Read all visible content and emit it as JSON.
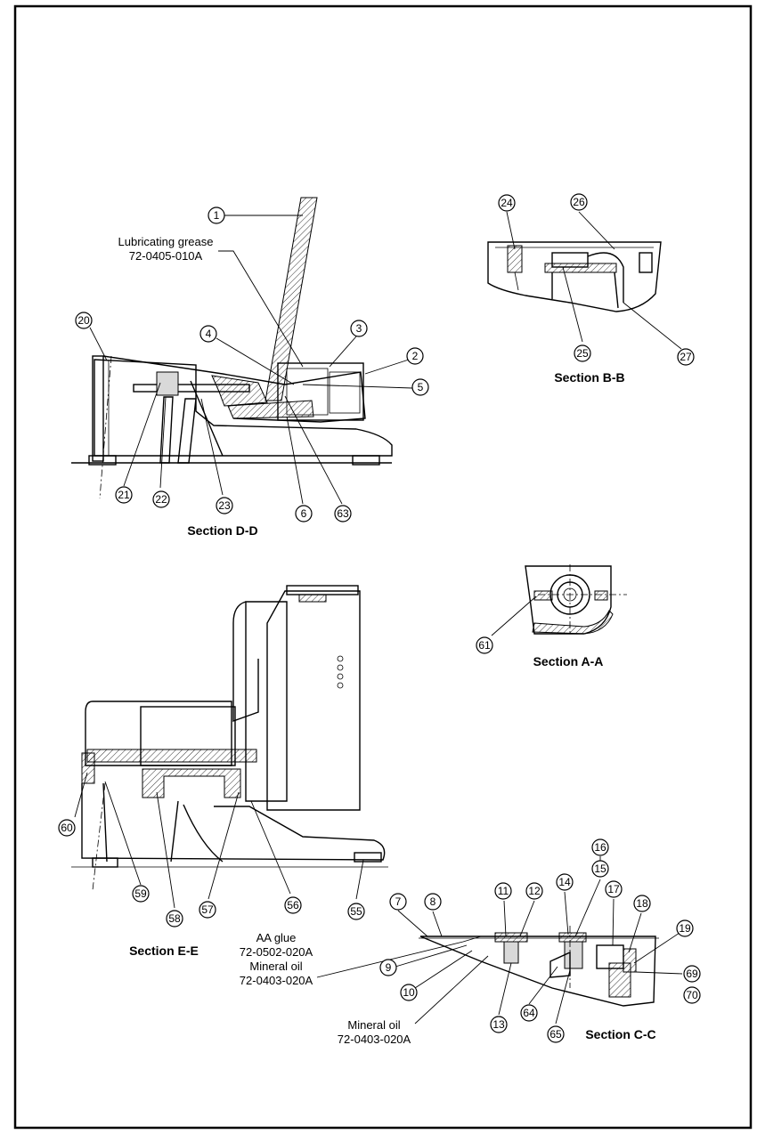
{
  "sections": {
    "dd": "Section D-D",
    "bb": "Section B-B",
    "aa": "Section A-A",
    "ee": "Section E-E",
    "cc": "Section C-C"
  },
  "notes": {
    "grease_line1": "Lubricating grease",
    "grease_line2": "72-0405-010A",
    "aa_glue_line1": "AA glue",
    "aa_glue_line2": "72-0502-020A",
    "oil1_line1": "Mineral oil",
    "oil1_line2": "72-0403-020A",
    "oil2_line1": "Mineral oil",
    "oil2_line2": "72-0403-020A"
  },
  "callouts": [
    {
      "id": "c1",
      "label": "1"
    },
    {
      "id": "c2",
      "label": "2"
    },
    {
      "id": "c3",
      "label": "3"
    },
    {
      "id": "c4",
      "label": "4"
    },
    {
      "id": "c5",
      "label": "5"
    },
    {
      "id": "c6",
      "label": "6"
    },
    {
      "id": "c7",
      "label": "7"
    },
    {
      "id": "c8",
      "label": "8"
    },
    {
      "id": "c9",
      "label": "9"
    },
    {
      "id": "c10",
      "label": "10"
    },
    {
      "id": "c11",
      "label": "11"
    },
    {
      "id": "c12",
      "label": "12"
    },
    {
      "id": "c13",
      "label": "13"
    },
    {
      "id": "c14",
      "label": "14"
    },
    {
      "id": "c15",
      "label": "15"
    },
    {
      "id": "c16",
      "label": "16"
    },
    {
      "id": "c17",
      "label": "17"
    },
    {
      "id": "c18",
      "label": "18"
    },
    {
      "id": "c19",
      "label": "19"
    },
    {
      "id": "c20",
      "label": "20"
    },
    {
      "id": "c21",
      "label": "21"
    },
    {
      "id": "c22",
      "label": "22"
    },
    {
      "id": "c23",
      "label": "23"
    },
    {
      "id": "c24",
      "label": "24"
    },
    {
      "id": "c25",
      "label": "25"
    },
    {
      "id": "c26",
      "label": "26"
    },
    {
      "id": "c27",
      "label": "27"
    },
    {
      "id": "c55",
      "label": "55"
    },
    {
      "id": "c56",
      "label": "56"
    },
    {
      "id": "c57",
      "label": "57"
    },
    {
      "id": "c58",
      "label": "58"
    },
    {
      "id": "c59",
      "label": "59"
    },
    {
      "id": "c60",
      "label": "60"
    },
    {
      "id": "c61",
      "label": "61"
    },
    {
      "id": "c63",
      "label": "63"
    },
    {
      "id": "c64",
      "label": "64"
    },
    {
      "id": "c65",
      "label": "65"
    },
    {
      "id": "c69",
      "label": "69"
    },
    {
      "id": "c70",
      "label": "70"
    }
  ]
}
